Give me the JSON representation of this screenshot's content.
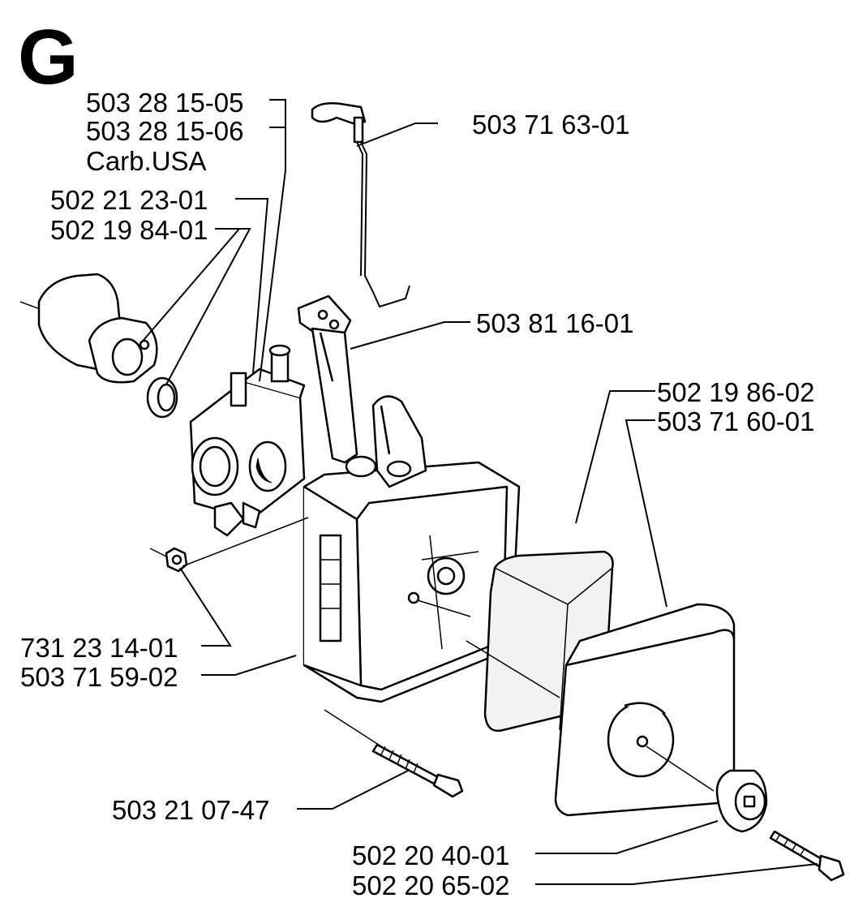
{
  "diagram": {
    "section_letter": "G",
    "labels": {
      "carb_1": "503 28 15-05",
      "carb_2": "503 28 15-06",
      "carb_note": "Carb.USA",
      "intake": "502 21 23-01",
      "ring": "502 19 84-01",
      "choke_rod": "503 71 63-01",
      "choke_lever": "503 81 16-01",
      "filter_foam": "502 19 86-02",
      "filter_cover": "503 71 60-01",
      "nut": "731 23 14-01",
      "housing": "503 71 59-02",
      "screw": "503 21 07-47",
      "knob": "502 20 40-01",
      "knob_screw": "502 20 65-02"
    }
  }
}
